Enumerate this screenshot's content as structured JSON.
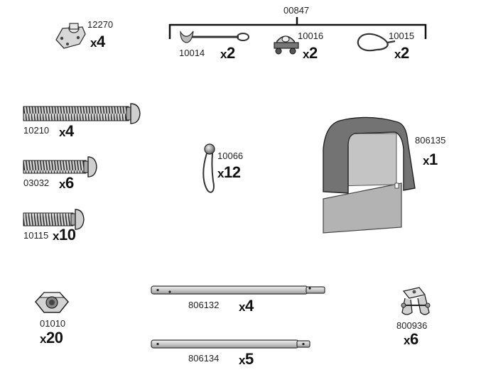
{
  "sheet": {
    "title": "Parts list",
    "group_kit": {
      "code": "00847"
    },
    "parts": [
      {
        "code": "12270",
        "qty": "4",
        "icon": "mounting-bracket-icon"
      },
      {
        "code": "10014",
        "qty": "2",
        "icon": "ground-anchor-icon"
      },
      {
        "code": "10016",
        "qty": "2",
        "icon": "wire-rope-clip-icon"
      },
      {
        "code": "10015",
        "qty": "2",
        "icon": "cable-loop-icon"
      },
      {
        "code": "10210",
        "qty": "4",
        "icon": "long-carriage-bolt-icon"
      },
      {
        "code": "03032",
        "qty": "6",
        "icon": "medium-carriage-bolt-icon"
      },
      {
        "code": "10115",
        "qty": "10",
        "icon": "short-carriage-bolt-icon"
      },
      {
        "code": "10066",
        "qty": "12",
        "icon": "bungee-ball-tie-icon"
      },
      {
        "code": "806135",
        "qty": "1",
        "icon": "canopy-cover-icon"
      },
      {
        "code": "01010",
        "qty": "20",
        "icon": "hex-nut-icon"
      },
      {
        "code": "806132",
        "qty": "4",
        "icon": "long-tube-icon"
      },
      {
        "code": "806134",
        "qty": "5",
        "icon": "short-tube-icon"
      },
      {
        "code": "800936",
        "qty": "6",
        "icon": "swing-hanger-icon"
      }
    ],
    "qty_prefix": "x"
  }
}
